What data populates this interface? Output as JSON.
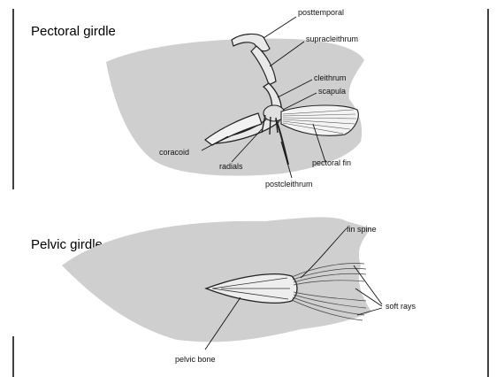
{
  "pectoral": {
    "title": "Pectoral girdle",
    "labels": {
      "posttemporal": "posttemporal",
      "supracleithrum": "supracleithrum",
      "cleithrum": "cleithrum",
      "scapula": "scapula",
      "coracoid": "coracoid",
      "radials": "radials",
      "pectoral_fin": "pectoral fin",
      "postcleithrum": "postcleithrum"
    }
  },
  "pelvic": {
    "title": "Pelvic girdle",
    "labels": {
      "fin_spine": "fin spine",
      "soft_rays": "soft rays",
      "pelvic_bone": "pelvic bone"
    }
  }
}
